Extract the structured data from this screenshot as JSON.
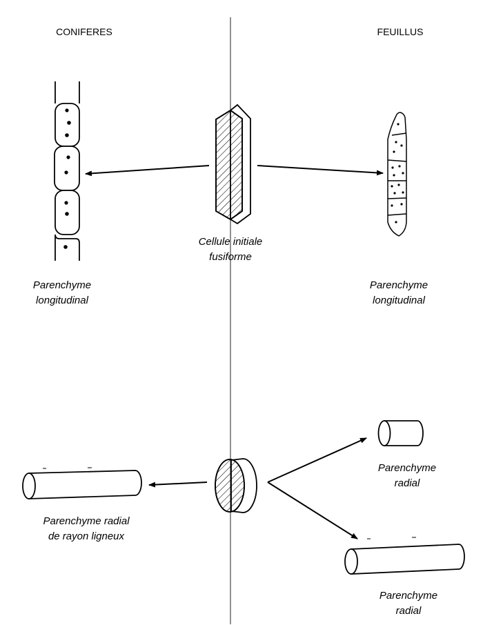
{
  "headers": {
    "left": "CONIFERES",
    "right": "FEUILLUS"
  },
  "labels": {
    "fusiform": [
      "Cellule initiale",
      "fusiforme"
    ],
    "conifer_longitudinal": [
      "Parenchyme",
      "longitudinal"
    ],
    "hardwood_longitudinal": [
      "Parenchyme",
      "longitudinal"
    ],
    "conifer_radial": [
      "Parenchyme radial",
      "de rayon ligneux"
    ],
    "hardwood_radial_short": [
      "Parenchyme",
      "radial"
    ],
    "hardwood_radial_long": [
      "Parenchyme",
      "radial"
    ]
  },
  "colors": {
    "ink": "#000000",
    "background": "#ffffff"
  }
}
